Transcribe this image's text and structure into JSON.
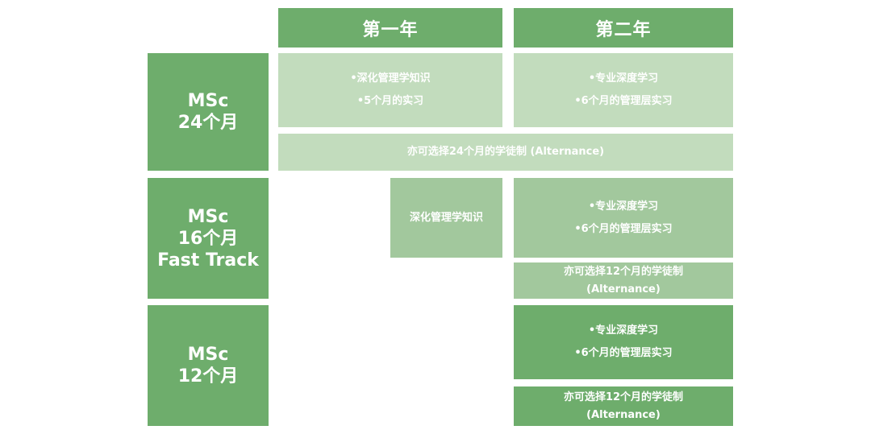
{
  "headers": {
    "year1": "第一年",
    "year2": "第二年"
  },
  "rows": {
    "msc24": {
      "label_line1": "MSc",
      "label_line2": "24个月",
      "year1_items": [
        "•深化管理学知识",
        "•5个月的实习"
      ],
      "year2_items": [
        "•专业深度学习",
        "•6个月的管理层实习"
      ],
      "alternance": "亦可选择24个月的学徒制 (Alternance)"
    },
    "msc16": {
      "label_line1": "MSc",
      "label_line2": "16个月",
      "label_line3": "Fast Track",
      "year1_text": "深化管理学知识",
      "year2_items": [
        "•专业深度学习",
        "•6个月的管理层实习"
      ],
      "alternance_line1": "亦可选择12个月的学徒制",
      "alternance_line2": "(Alternance)"
    },
    "msc12": {
      "label_line1": "MSc",
      "label_line2": "12个月",
      "year2_items": [
        "•专业深度学习",
        "•6个月的管理层实习"
      ],
      "alternance_line1": "亦可选择12个月的学徒制",
      "alternance_line2": "(Alternance)"
    }
  },
  "colors": {
    "dark": "#6ead6c",
    "mid": "#a2c89d",
    "light": "#c2dcbd"
  }
}
